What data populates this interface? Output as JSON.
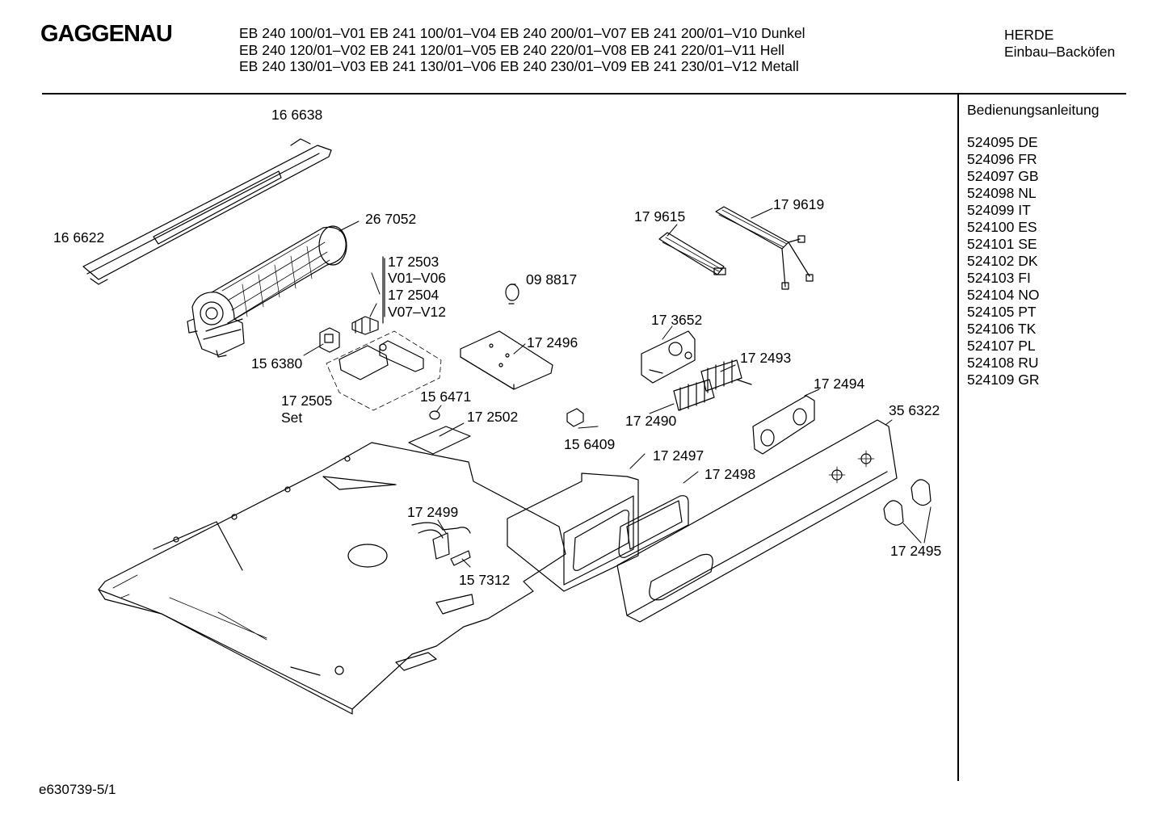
{
  "header": {
    "brand": "GAGGENAU",
    "model_lines": [
      "EB 240 100/01–V01  EB 241 100/01–V04  EB 240 200/01–V07  EB 241 200/01–V10 Dunkel",
      "EB 240 120/01–V02  EB 241 120/01–V05  EB 240 220/01–V08  EB 241 220/01–V11 Hell",
      "EB 240 130/01–V03  EB 241 130/01–V06  EB 240 230/01–V09  EB 241 230/01–V12 Metall"
    ],
    "category_line1": "HERDE",
    "category_line2": "Einbau–Backöfen"
  },
  "manual": {
    "title": "Bedienungsanleitung",
    "items": [
      "524095 DE",
      "524096 FR",
      "524097 GB",
      "524098 NL",
      "524099 IT",
      "524100 ES",
      "524101 SE",
      "524102 DK",
      "524103 FI",
      "524104 NO",
      "524105 PT",
      "524106 TK",
      "524107 PL",
      "524108 RU",
      "524109 GR"
    ]
  },
  "parts": {
    "p166638": "16 6638",
    "p166622": "16 6622",
    "p267052": "26 7052",
    "p172503": "17 2503",
    "v01_v06": "V01–V06",
    "p172504": "17 2504",
    "v07_v12": "V07–V12",
    "p098817": "09 8817",
    "p179615": "17 9615",
    "p179619": "17 9619",
    "p156380": "15 6380",
    "p172496": "17 2496",
    "p173652": "17 3652",
    "p172493": "17 2493",
    "p172505": "17 2505",
    "set": "Set",
    "p156471": "15 6471",
    "p172502": "17 2502",
    "p156409": "15 6409",
    "p172490": "17 2490",
    "p172494": "17 2494",
    "p356322": "35 6322",
    "p172497": "17 2497",
    "p172498": "17 2498",
    "p172499": "17 2499",
    "p157312": "15 7312",
    "p172495": "17 2495"
  },
  "footer": {
    "code": "e630739-5/1"
  }
}
